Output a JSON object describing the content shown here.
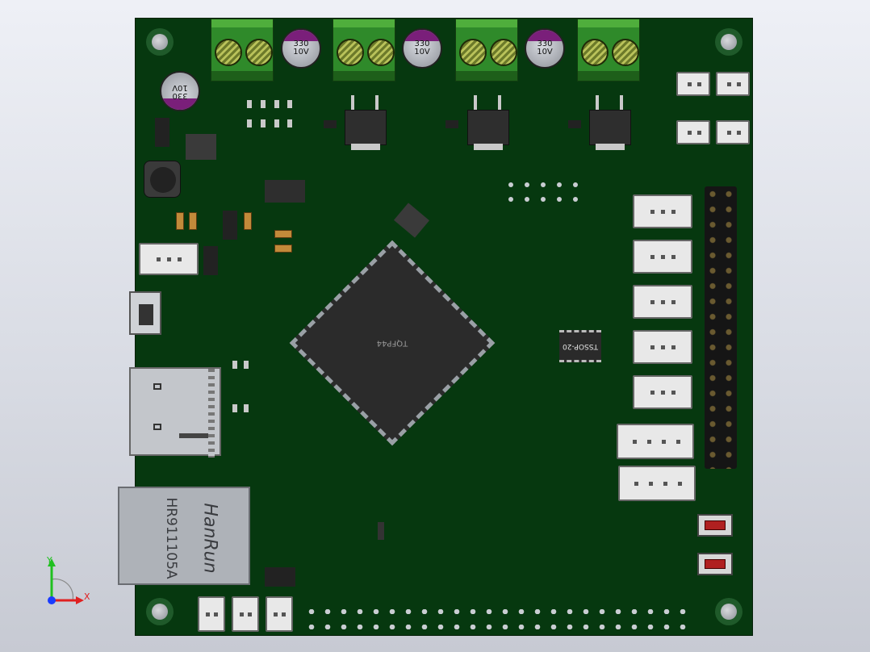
{
  "components": {
    "cap_label": "330\n10V",
    "mcu_label": "TQFP44",
    "tssop_label": "TSSOP-20",
    "rj45_brand": "HanRun",
    "rj45_part": "HR911105A"
  },
  "triad": {
    "x_label": "X",
    "y_label": "Y",
    "x_color": "#e02020",
    "y_color": "#20c020",
    "z_color": "#1a3cff"
  },
  "colors": {
    "pcb": "#06380f",
    "terminal": "#2f8a2a",
    "chip": "#2b2b2b",
    "background": "#e6e8ee"
  }
}
